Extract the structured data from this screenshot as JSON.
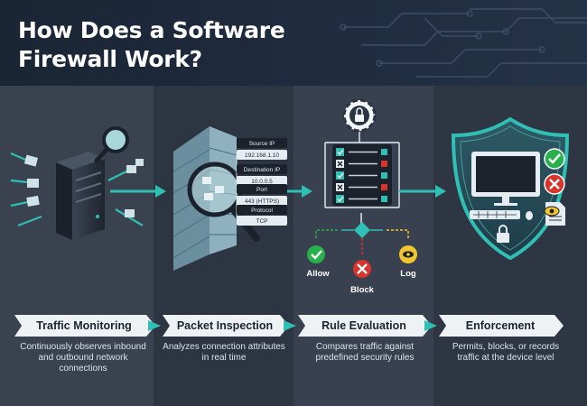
{
  "title": "How Does a Software Firewall Work?",
  "packet_fields": [
    {
      "label": "Source IP",
      "value": "192.168.1.10"
    },
    {
      "label": "Destination IP",
      "value": "10.0.0.5"
    },
    {
      "label": "Port",
      "value": "443 (HTTPS)"
    },
    {
      "label": "Protocol",
      "value": "TCP"
    }
  ],
  "rule_outcomes": {
    "allow": "Allow",
    "block": "Block",
    "log": "Log"
  },
  "stages": [
    {
      "label": "Traffic Monitoring",
      "description": "Continuously observes inbound and outbound network connections"
    },
    {
      "label": "Packet Inspection",
      "description": "Analyzes connection attributes in real time"
    },
    {
      "label": "Rule Evaluation",
      "description": "Compares traffic against predefined security rules"
    },
    {
      "label": "Enforcement",
      "description": "Permits, blocks, or records traffic at the device level"
    }
  ],
  "colors": {
    "accent": "#2fbfb4",
    "allow": "#27b04b",
    "block": "#d9342b",
    "log": "#f2c62f",
    "background": "#2b3442",
    "header": "#1c2838"
  },
  "icons": [
    "network-packet-icon",
    "server-icon",
    "magnifier-icon",
    "brick-wall-icon",
    "lock-gear-icon",
    "rule-list-icon",
    "shield-icon",
    "monitor-icon",
    "keyboard-icon",
    "padlock-icon",
    "check-icon",
    "x-icon",
    "eye-icon",
    "document-icon"
  ]
}
